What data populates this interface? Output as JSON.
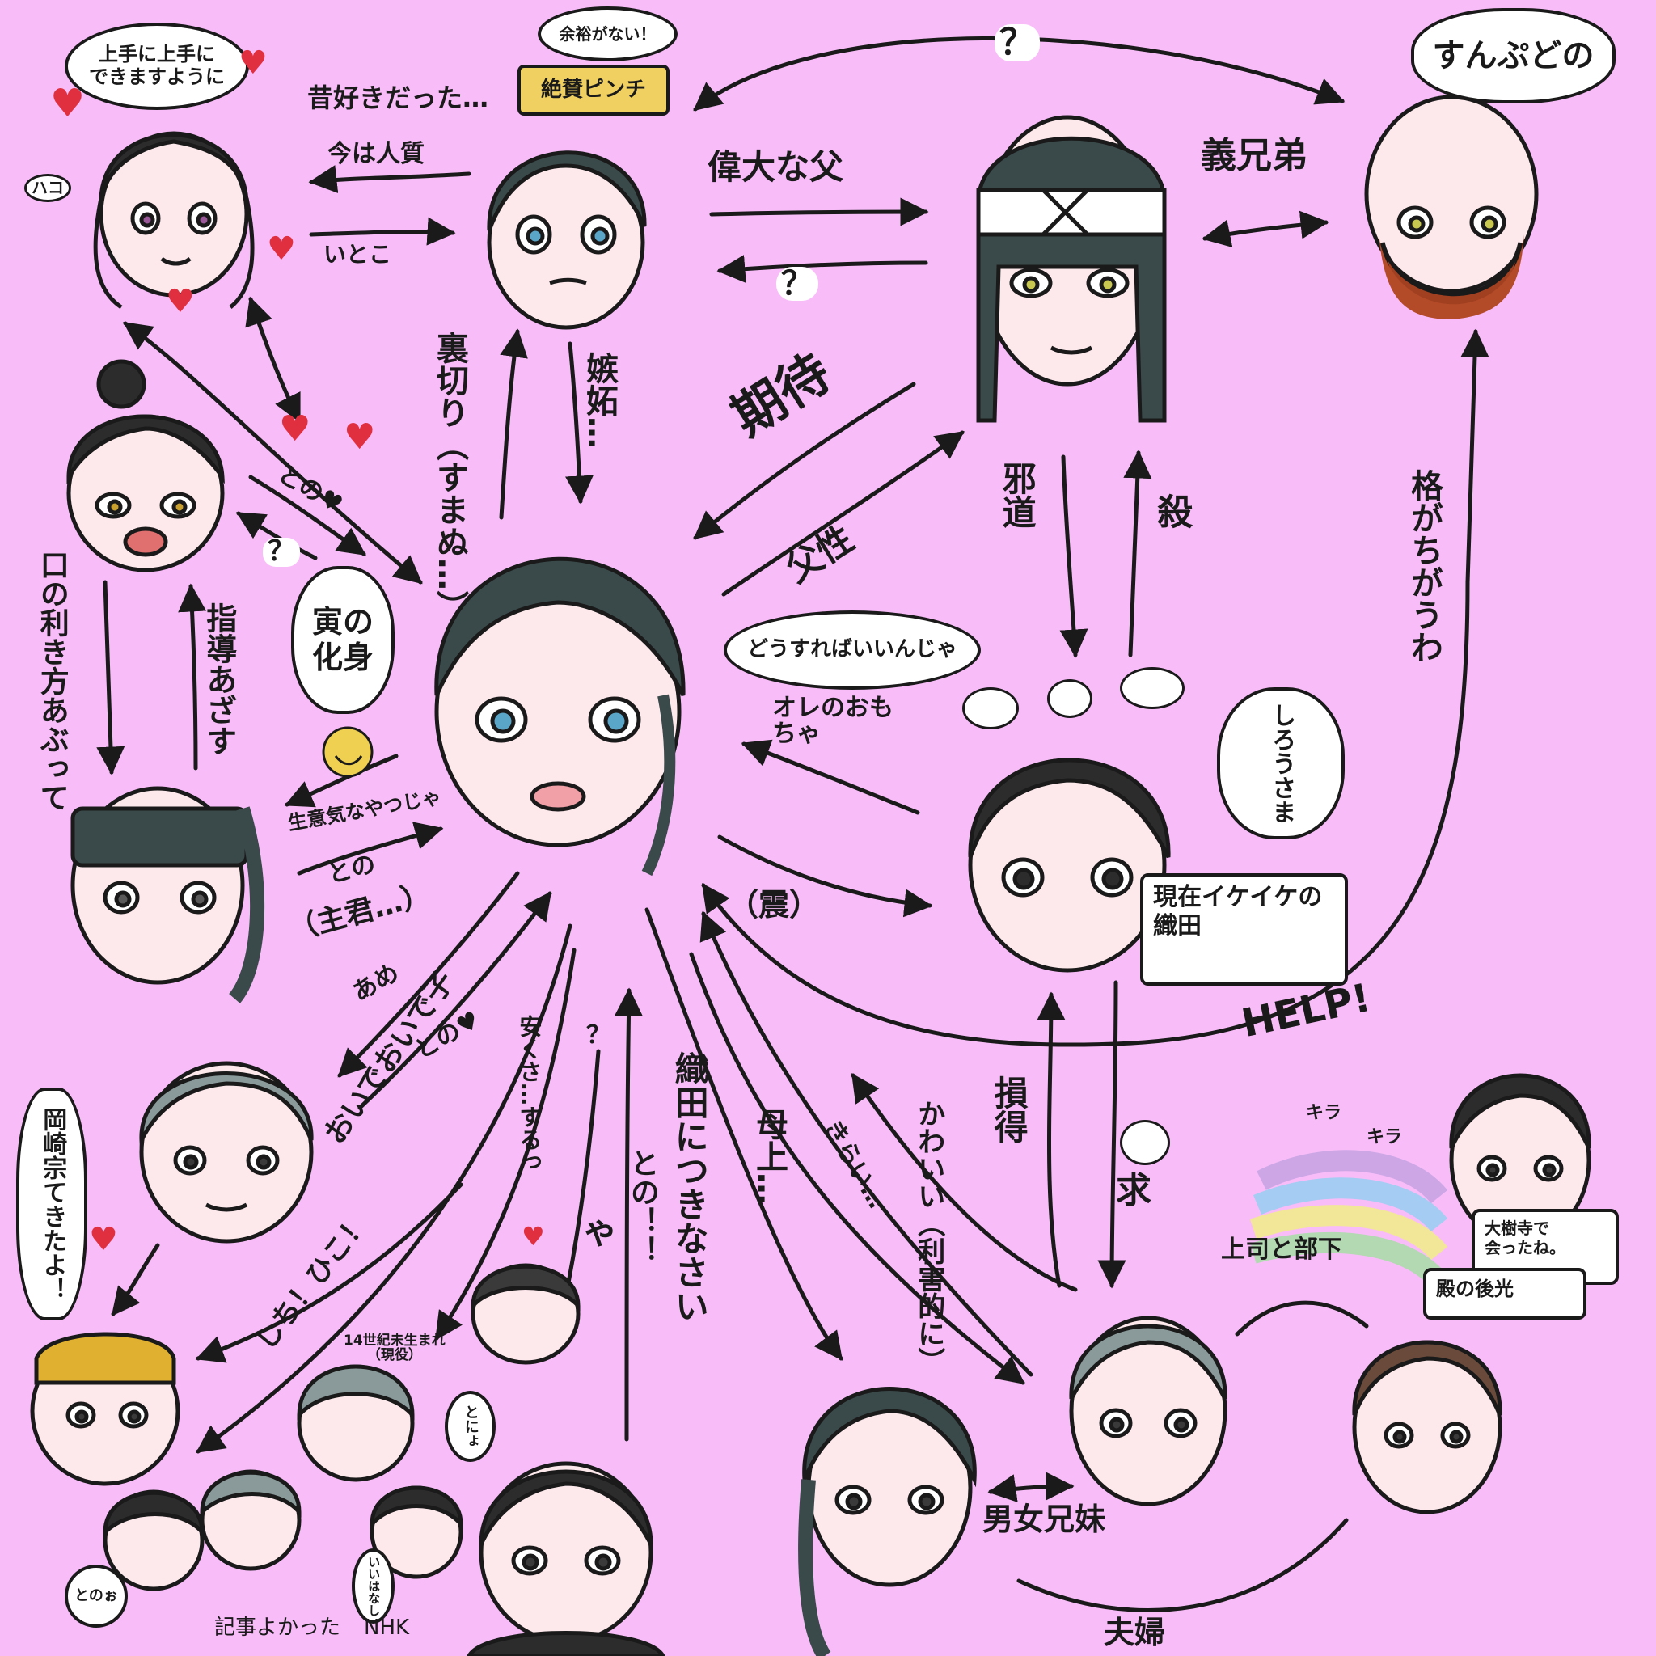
{
  "bubbles": {
    "top_left_wish": "上手に上手に\nできますように",
    "no_room": "余裕がない！",
    "sunpu": "すんぷどの",
    "tora": "寅の\n化身",
    "what_to_do": "どうすればいいんじゃ",
    "shirou": "しろうさま",
    "okazaki": "岡崎宗てきたよ！",
    "tono_small": "とのぉ",
    "tono_small2": "とにょ",
    "ii_hanashi": "いいはなし",
    "current_oda": "現在イケイケの\n織田",
    "otsukaresan": "大樹寺で\n会ったね。",
    "tono_no_sen": "殿の後光",
    "zessan": "絶賛ピンチ"
  },
  "labels": {
    "mukashi": "昔好きだった…",
    "ima_hitojichi": "今は人質",
    "itoko": "いとこ",
    "idai_na_chichi": "偉大な父",
    "q1": "？",
    "q2": "？",
    "q3": "？",
    "gikyoudai": "義兄弟",
    "uragiri": "裏切り（すまぬ…）",
    "shitto": "嫉妬…",
    "kitai": "期待",
    "fusei": "父性",
    "jadou": "邪道",
    "koroshi": "殺",
    "kaku": "格がちがうわ",
    "ore_no_omocha": "オレのおもちゃ",
    "furue": "（震）",
    "tono1": "との♥",
    "kuchi": "口の利き方あぶって",
    "shidou": "指導あざす",
    "namaiki": "生意気なやつじゃ",
    "tono2": "との",
    "shukun": "（主君…）",
    "ame": "あめ",
    "tono3": "との♥",
    "oizu": "おいでおいで子",
    "shichi": "しち！ひこ！",
    "yasuku": "安くさ…するっ",
    "q4": "？",
    "ya": "ゃ",
    "tono4": "との！！",
    "oda_tsuki": "織田につきなさい",
    "hahaue": "母上…",
    "kirai": "きらい…",
    "kawaii": "かわいい（利害的に）",
    "sonto": "損得",
    "motome": "求",
    "help": "HELP!",
    "kira1": "キラ",
    "kira2": "キラ",
    "joushi": "上司と部下",
    "danjo": "男女兄妹",
    "fuufu": "夫婦",
    "kiji": "記事よかった",
    "nhk": "NHK",
    "jisaku": "14世紀未生まれ\n（現役）",
    "nanika": "ハコ"
  },
  "colors": {
    "background": "#f8bdf8",
    "ink": "#1a1a1a",
    "heart": "#e03040",
    "smiley": "#f0d050"
  }
}
